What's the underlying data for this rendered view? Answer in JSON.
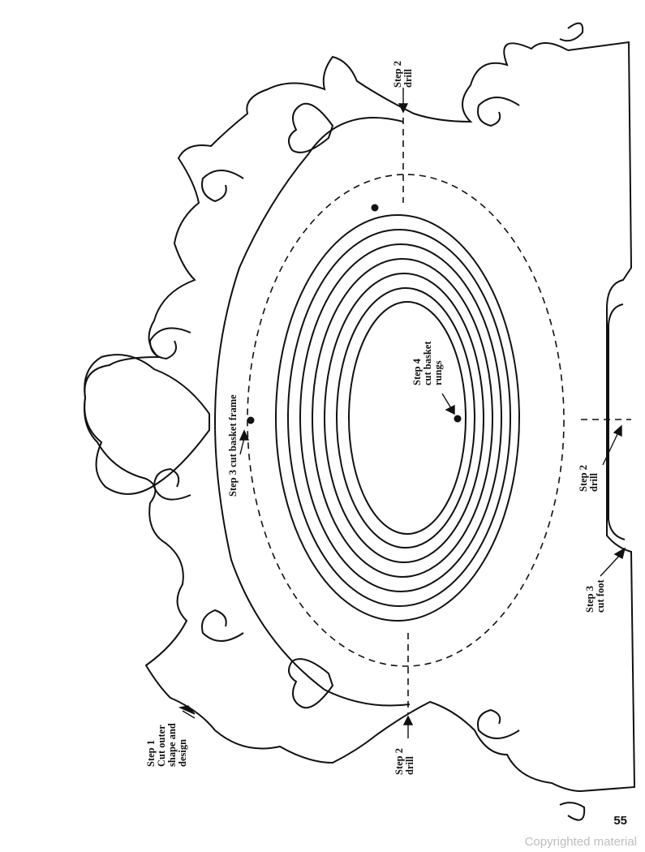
{
  "labels": {
    "step1": [
      "Step 1",
      "Cut outer",
      "shape and",
      "design"
    ],
    "step2_top": [
      "Step 2",
      "drill"
    ],
    "step2_bottom": [
      "Step 2",
      "drill"
    ],
    "step2_foot": [
      "Step 2",
      "drill"
    ],
    "step3_frame": "Step 3 cut basket frame",
    "step3_foot": [
      "Step 3",
      "cut foot"
    ],
    "step4": [
      "Step 4",
      "cut basket",
      "rungs"
    ]
  },
  "page_number": "55",
  "watermark": "Copyrighted material"
}
